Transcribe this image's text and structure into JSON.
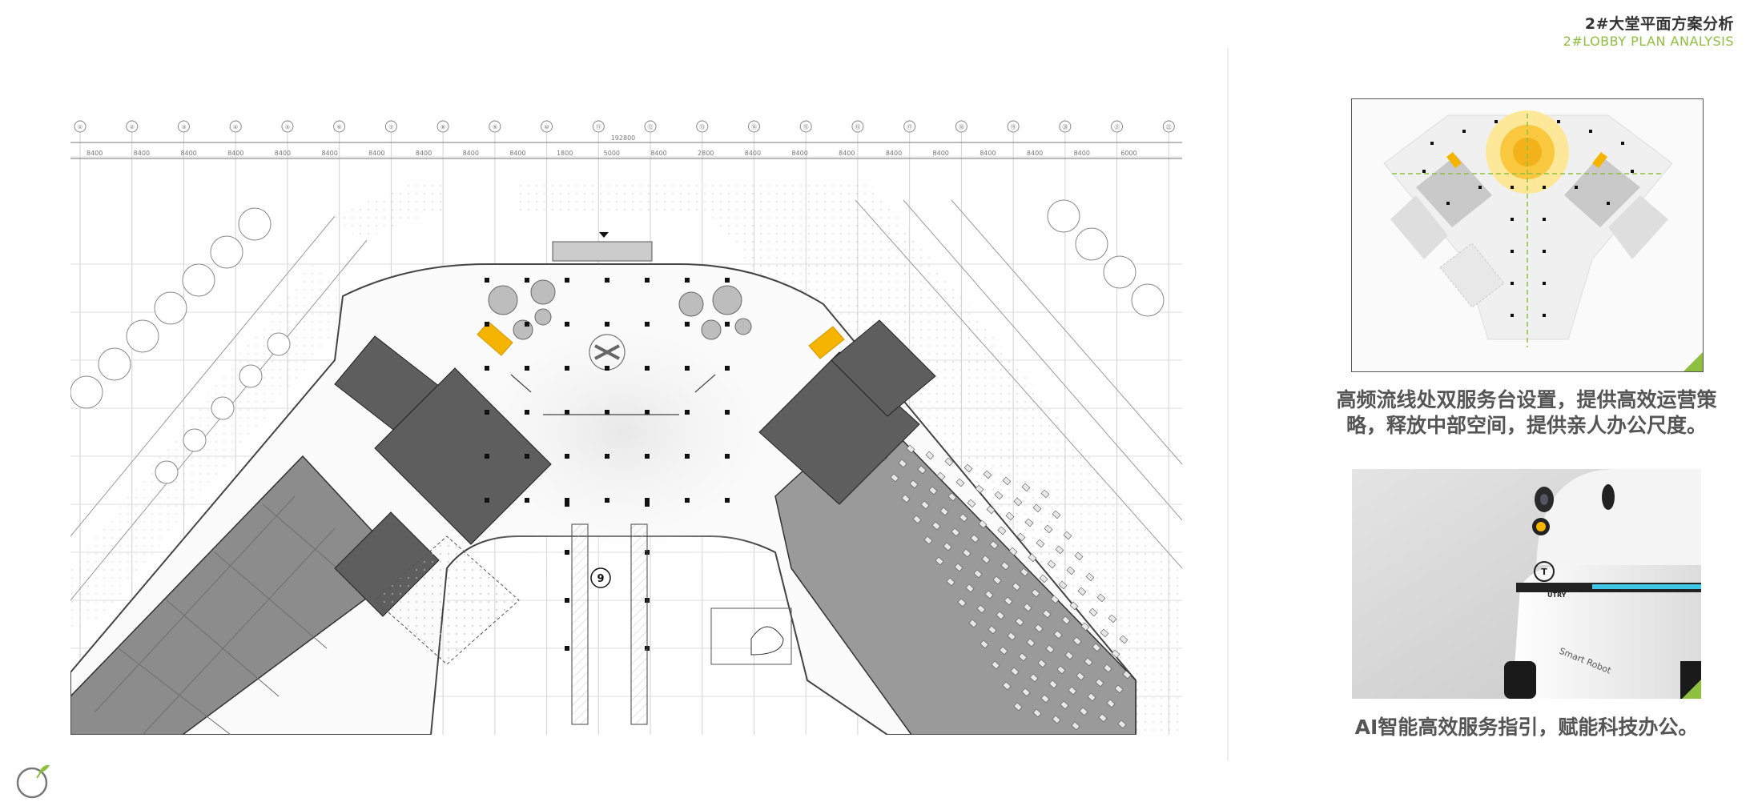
{
  "header": {
    "title_cn": "2#大堂平面方案分析",
    "title_en": "2#LOBBY PLAN ANALYSIS"
  },
  "plan": {
    "axis_labels": [
      "①",
      "②",
      "③",
      "④",
      "⑤",
      "⑥",
      "⑦",
      "⑧",
      "⑨",
      "⑩",
      "⑪",
      "⑫",
      "⑬",
      "⑭",
      "⑮",
      "⑯",
      "⑰",
      "⑱",
      "⑲",
      "⑳",
      "㉑",
      "㉒"
    ],
    "dims": [
      "8400",
      "8400",
      "8400",
      "8400",
      "8400",
      "8400",
      "8400",
      "8400",
      "8400",
      "8400",
      "1800",
      "5000",
      "8400",
      "2800",
      "8400",
      "8400",
      "8400",
      "8400",
      "8400",
      "8400",
      "8400",
      "8400",
      "6000"
    ],
    "total_dim": "192800",
    "marker": "9"
  },
  "captions": {
    "caption1": "高频流线处双服务台设置，提供高效运营策略，释放中部空间，提供亲人办公尺度。",
    "caption2": "AI智能高效服务指引，赋能科技办公。"
  },
  "robot": {
    "brand": "UTRY",
    "text": "Smart Robot"
  },
  "colors": {
    "accent": "#8fbf3f",
    "highlight": "#f5b400",
    "dark_block": "#6a6a6a"
  },
  "icons": {
    "logo": "leaf-circle-logo"
  }
}
